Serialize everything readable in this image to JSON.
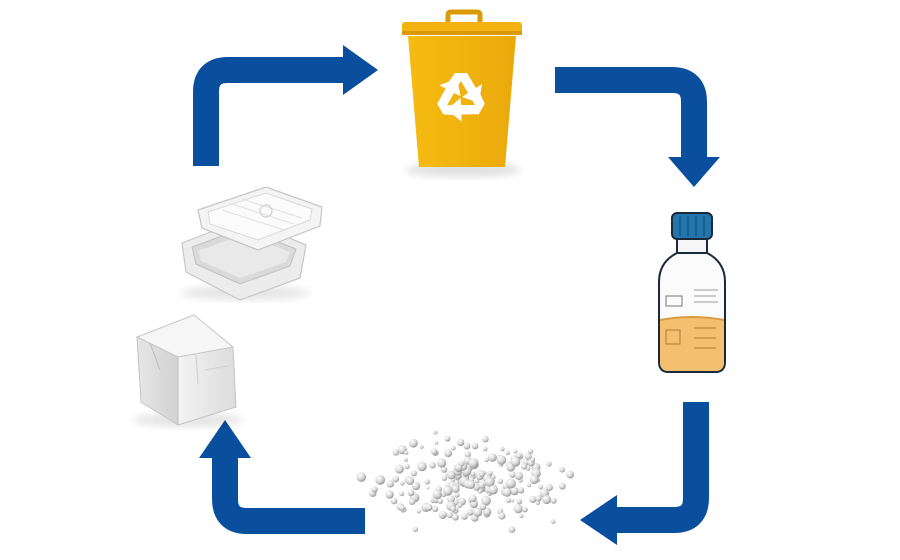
{
  "diagram": {
    "type": "recycling-cycle",
    "stages": [
      {
        "name": "recycling-bin",
        "icon": "recycle-bin-icon"
      },
      {
        "name": "solvent-bottle",
        "icon": "lab-bottle-icon"
      },
      {
        "name": "beads",
        "icon": "bead-pellets-icon"
      },
      {
        "name": "foam-box",
        "icon": "foam-box-icon"
      },
      {
        "name": "foam-tray",
        "icon": "foam-tray-icon"
      }
    ],
    "colors": {
      "arrow": "#0a4e9e",
      "bin": "#f2b20f",
      "bin_dark": "#d99a05",
      "recycle_symbol": "#ffffff",
      "bottle_cap": "#2375ad",
      "bottle_liquid": "#f4c070",
      "foam": "#f1f1f1"
    }
  }
}
